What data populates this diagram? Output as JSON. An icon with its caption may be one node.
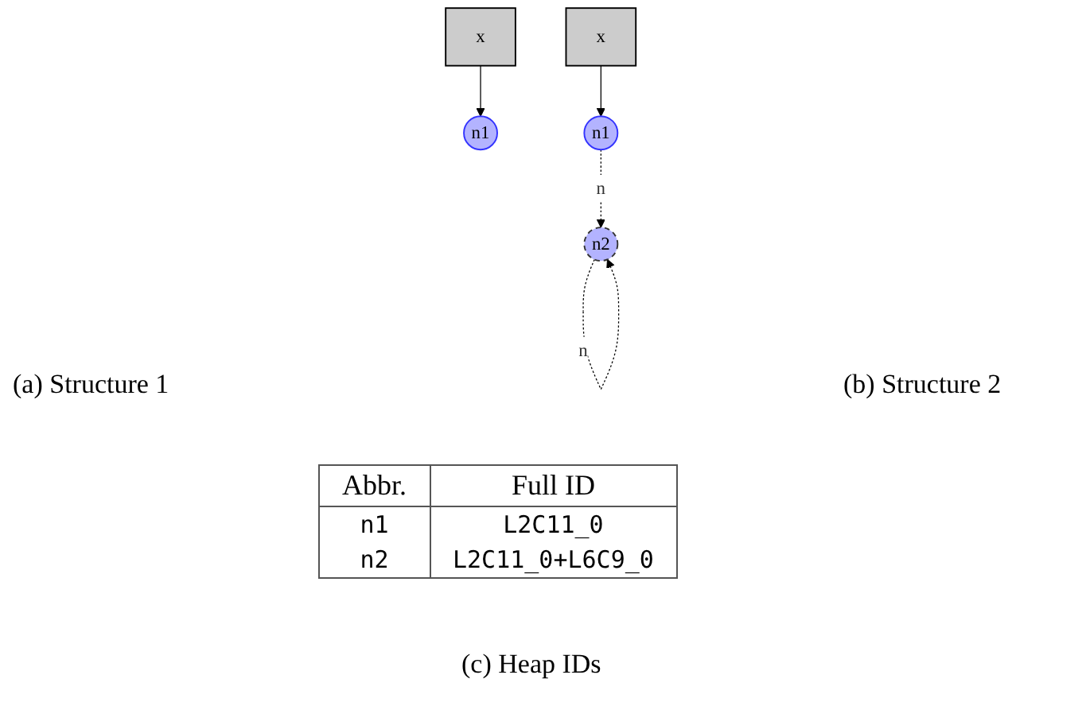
{
  "diagram": {
    "nodes": [
      {
        "text": [
          "x"
        ]
      },
      {
        "text": [
          "n1"
        ]
      },
      {
        "text": [
          "x"
        ]
      },
      {
        "text": [
          "n1"
        ]
      },
      {
        "text": [
          "n2"
        ]
      }
    ],
    "edges": [
      {
        "from": 0,
        "to": 1,
        "arrow": "to"
      },
      {
        "from": 2,
        "to": 3,
        "arrow": "to"
      },
      {
        "from": 3,
        "to": 4,
        "arrow": "to",
        "label": "n",
        "style": "dashed"
      },
      {
        "from": 4,
        "to": 4,
        "arrow": "to",
        "label": "n",
        "style": "dashed"
      }
    ],
    "labels": [
      "(a) Structure 1",
      "(b) Structure 2",
      "Abbr.",
      "Full ID",
      "n1",
      "L2C11_0",
      "n2",
      "L2C11_0+L6C9_0",
      "(c) Heap IDs"
    ]
  }
}
